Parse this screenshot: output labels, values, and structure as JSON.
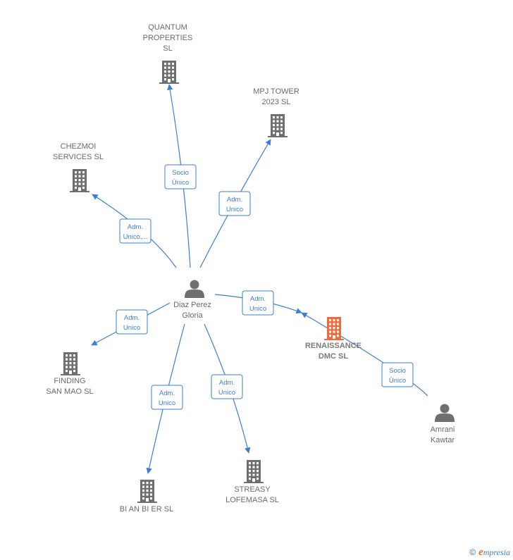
{
  "colors": {
    "edge": "#3a7fd5",
    "company_icon": "#6f6f6f",
    "focus_icon": "#f26a3a",
    "person_icon": "#6f6f6f"
  },
  "nodes": [
    {
      "id": "quantum",
      "kind": "company",
      "icon": "building-icon",
      "label": [
        "QUANTUM",
        "PROPERTIES",
        "SL"
      ]
    },
    {
      "id": "mpj",
      "kind": "company",
      "icon": "building-icon",
      "label": [
        "MPJ TOWER",
        "2023  SL"
      ]
    },
    {
      "id": "chezmoi",
      "kind": "company",
      "icon": "building-icon",
      "label": [
        "CHEZMOI",
        "SERVICES  SL"
      ]
    },
    {
      "id": "diaz",
      "kind": "person",
      "icon": "person-icon",
      "label": [
        "Diaz Perez",
        "Gloria"
      ]
    },
    {
      "id": "renaissance",
      "kind": "focus",
      "icon": "building-icon",
      "label": [
        "RENAISSANCE",
        "DMC  SL"
      ]
    },
    {
      "id": "finding",
      "kind": "company",
      "icon": "building-icon",
      "label": [
        "FINDING",
        "SAN MAO  SL"
      ]
    },
    {
      "id": "amrani",
      "kind": "person",
      "icon": "person-icon",
      "label": [
        "Amrani",
        "Kawtar"
      ]
    },
    {
      "id": "bianbier",
      "kind": "company",
      "icon": "building-icon",
      "label": [
        "BI AN BI ER  SL"
      ]
    },
    {
      "id": "streasy",
      "kind": "company",
      "icon": "building-icon",
      "label": [
        "STREASY",
        "LOFEMASA  SL"
      ]
    }
  ],
  "edges": [
    {
      "from": "diaz",
      "to": "quantum",
      "label": [
        "Socio",
        "Único"
      ]
    },
    {
      "from": "diaz",
      "to": "mpj",
      "label": [
        "Adm.",
        "Unico"
      ]
    },
    {
      "from": "diaz",
      "to": "chezmoi",
      "label": [
        "Adm.",
        "Unico,..."
      ]
    },
    {
      "from": "diaz",
      "to": "renaissance",
      "label": [
        "Adm.",
        "Unico"
      ]
    },
    {
      "from": "diaz",
      "to": "finding",
      "label": [
        "Adm.",
        "Unico"
      ]
    },
    {
      "from": "diaz",
      "to": "bianbier",
      "label": [
        "Adm.",
        "Unico"
      ]
    },
    {
      "from": "diaz",
      "to": "streasy",
      "label": [
        "Adm.",
        "Unico"
      ]
    },
    {
      "from": "amrani",
      "to": "renaissance",
      "label": [
        "Socio",
        "Único"
      ]
    }
  ],
  "footer": {
    "copyright": "©",
    "brand_initial": "e",
    "brand_rest": "mpresia"
  }
}
